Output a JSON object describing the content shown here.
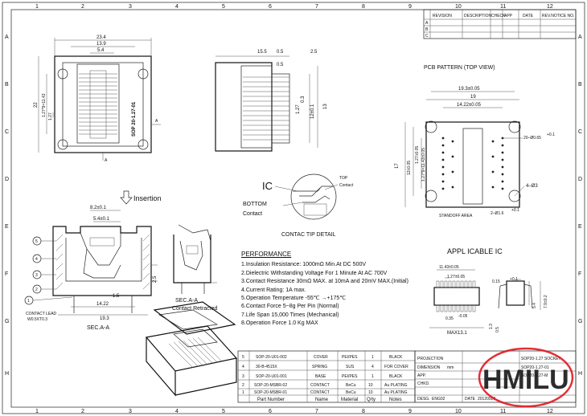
{
  "frame": {
    "columns": [
      "1",
      "2",
      "3",
      "4",
      "5",
      "6",
      "7",
      "8",
      "9",
      "10",
      "11",
      "12"
    ],
    "rows": [
      "A",
      "B",
      "C",
      "D",
      "E",
      "F",
      "G",
      "H"
    ]
  },
  "revision_table": {
    "headers": [
      "REVISION",
      "DESCRIPTION",
      "CHECK",
      "APP",
      "DATE",
      "REV.NOTICE NO."
    ],
    "rows": [
      "A",
      "B",
      "C"
    ]
  },
  "top_view": {
    "dims": [
      "23.4",
      "13.9",
      "5.4",
      "22",
      "1.27*9=11.43",
      "1.27",
      "A",
      "A"
    ],
    "part_label": "SOP 20-1.27-01"
  },
  "side_view": {
    "dims": [
      "15.5",
      "0.5",
      "2.5",
      "0.5",
      "1.27",
      "0.3",
      "12±0.1",
      "13"
    ]
  },
  "pcb": {
    "title": "PCB PATTERN (TOP VIEW)",
    "dims": [
      "19.3±0.05",
      "19",
      "14.22±0.05",
      "17",
      "12±0.05",
      "1.27±0.05",
      "1.27*9=11.43±0.05",
      "20–Ø0.65",
      "4–Ø3",
      "2–Ø1.6",
      "STANDOFF AREA"
    ],
    "sup1": "+0.1",
    "sup2": "-0",
    "sup3": "+0.1"
  },
  "ic_detail": {
    "ic": "IC",
    "top_contact": "TOP\nContact",
    "top": "TOP",
    "contact": "Contact",
    "bottom": "BOTTOM",
    "bottom_contact": "Contact",
    "caption": "CONTAC TIP DETAIL"
  },
  "insertion": {
    "label": "Insertion"
  },
  "section_aa": {
    "dims": [
      "8.2±0.1",
      "5.4±0.1",
      "2.5",
      "1.5",
      "14.22",
      "19.3"
    ],
    "balloons": [
      "5",
      "4",
      "3",
      "2",
      "1"
    ],
    "lead": "CONTACT LEAD",
    "lead_dim": "W0.5XT0.3",
    "caption": "SEC.A-A"
  },
  "section_retracted": {
    "caption1": "SEC.A-A",
    "caption2": "Contact Retracted"
  },
  "performance": {
    "title": "PERFORMANCE",
    "items": [
      "1.Insulation Resistance: 1000mΩ Min.At DC 500V",
      "2.Dielectric Withstanding Voltage For 1 Minute At AC 700V",
      "3.Contact Resistance 30mΩ MAX. at 10mA and 20mV MAX.(Initial)",
      "4.Current Rating: 1A max.",
      "5.Operation Temperature -55℃ →+175℃",
      "6.Contact Force 5~8g Per Pin (Normal)",
      "7.Life Span 15,000 Times (Mechanical)",
      "8.Operation Force 1.0 Kg MAX"
    ]
  },
  "applicable_ic": {
    "title": "APPL ICABLE IC",
    "dims": [
      "11.43±0.05",
      "1.27±0.05",
      "0.35",
      "MAX13.1",
      "0.15",
      "5.4",
      "7.9±0.2",
      "1.3",
      "0.5"
    ],
    "sup": "+0.1",
    "sup2": "-0.05"
  },
  "bom": {
    "rows": [
      {
        "no": "5",
        "part": "SOP-20-U01-002",
        "name": "COVER",
        "material": "PEI/PES",
        "qty": "1",
        "note": "BLACK"
      },
      {
        "no": "4",
        "part": "30-B-4515X",
        "name": "SPRING",
        "material": "SUS",
        "qty": "4",
        "note": "FOR COVER"
      },
      {
        "no": "3",
        "part": "SOP-20-U01-001",
        "name": "BASE",
        "material": "PEI/PES",
        "qty": "1",
        "note": "BLACK"
      },
      {
        "no": "2",
        "part": "SOP-20-MSBR-02",
        "name": "CONTACT",
        "material": "BeCu",
        "qty": "10",
        "note": "Au PLATING"
      },
      {
        "no": "1",
        "part": "SOP-20-MSBR-01",
        "name": "CONTACT",
        "material": "BeCu",
        "qty": "10",
        "note": "Au PLATING"
      }
    ],
    "headers": [
      "Part Number",
      "Name",
      "Material",
      "Q/ty",
      "Notes"
    ]
  },
  "title_block": {
    "projection": "PROJECTION",
    "dimension": "DIMENSION",
    "unit": "mm",
    "app": "APP.",
    "chkd": "CHKD.",
    "desg": "DESG.",
    "designer": "ENG02",
    "date_label": "DATE",
    "date": "20120920",
    "title1": "SOP20-1.27 SOCKET",
    "title2": "SOP20-1.27-01",
    "title3": "SOP20-1.27-M"
  },
  "watermark": {
    "text": "HMILU"
  },
  "colors": {
    "watermark_red": "#e0141c",
    "line": "#222222"
  }
}
